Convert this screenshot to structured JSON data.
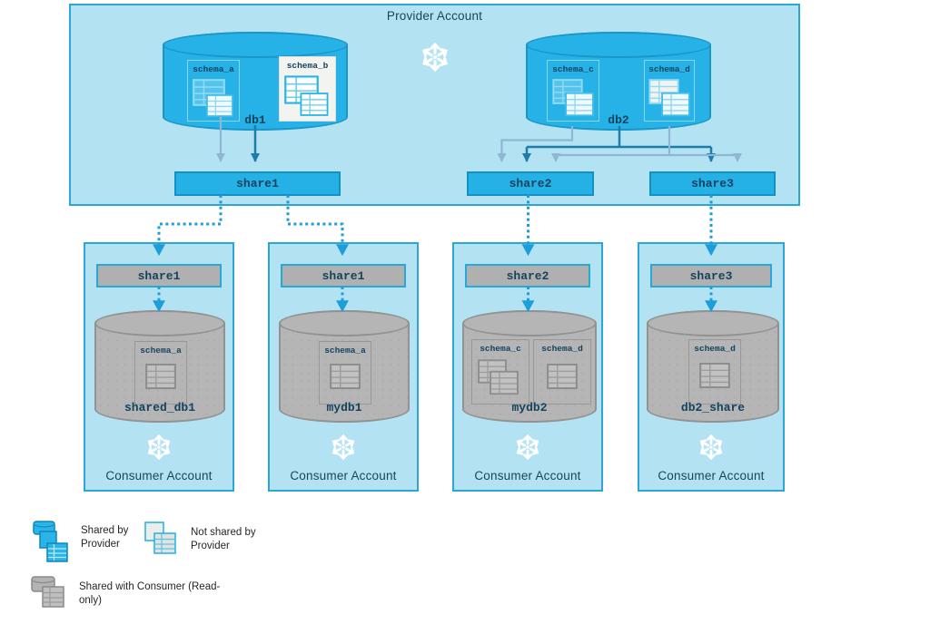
{
  "provider": {
    "title": "Provider Account",
    "databases": [
      {
        "name": "db1",
        "schemas": [
          {
            "name": "schema_a"
          },
          {
            "name": "schema_b"
          }
        ]
      },
      {
        "name": "db2",
        "schemas": [
          {
            "name": "schema_c"
          },
          {
            "name": "schema_d"
          }
        ]
      }
    ],
    "shares": [
      {
        "label": "share1"
      },
      {
        "label": "share2"
      },
      {
        "label": "share3"
      }
    ]
  },
  "consumers": [
    {
      "title": "Consumer Account",
      "share": "share1",
      "database": "shared_db1",
      "schemas": [
        {
          "name": "schema_a"
        }
      ]
    },
    {
      "title": "Consumer Account",
      "share": "share1",
      "database": "mydb1",
      "schemas": [
        {
          "name": "schema_a"
        }
      ]
    },
    {
      "title": "Consumer Account",
      "share": "share2",
      "database": "mydb2",
      "schemas": [
        {
          "name": "schema_c"
        },
        {
          "name": "schema_d"
        }
      ]
    },
    {
      "title": "Consumer Account",
      "share": "share3",
      "database": "db2_share",
      "schemas": [
        {
          "name": "schema_d"
        }
      ]
    }
  ],
  "legend": {
    "items": [
      {
        "label": "Shared by Provider"
      },
      {
        "label": "Not shared by Provider"
      },
      {
        "label": "Shared with Consumer (Read-only)"
      }
    ]
  },
  "colors": {
    "snowflake_blue": "#29b5e8",
    "panel_blue": "#b3e2f3",
    "panel_border": "#2aa7d5",
    "dark_arrow": "#1e7ca8",
    "light_arrow": "#8fb7d4",
    "dotted_arrow": "#1d9ed8",
    "gray_fill": "#b5b5b5",
    "gray_border": "#929292",
    "label_navy": "#14435f"
  }
}
